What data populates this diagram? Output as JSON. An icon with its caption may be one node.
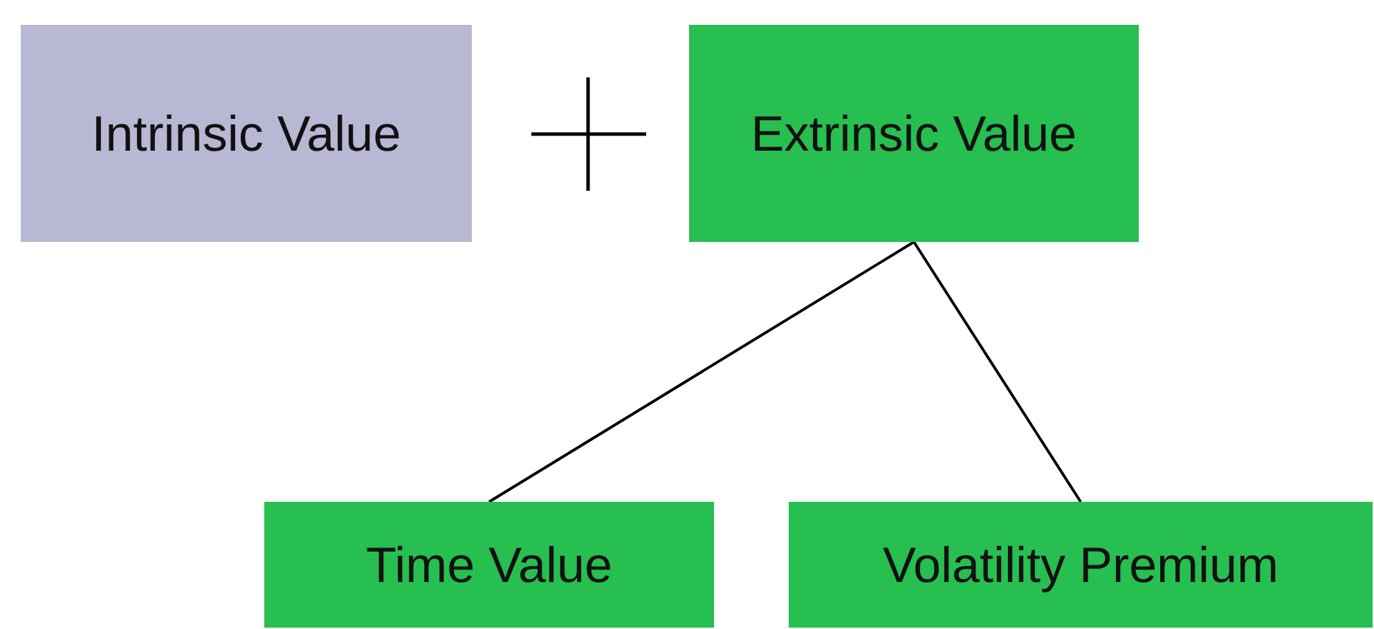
{
  "diagram": {
    "nodes": [
      {
        "text": [
          "Intrinsic Value"
        ]
      },
      {
        "text": [
          "Extrinsic Value"
        ]
      },
      {
        "text": [
          "Time Value"
        ]
      },
      {
        "text": [
          "Volatility Premium"
        ]
      }
    ],
    "edges": [
      {
        "from": 1,
        "to": 2,
        "arrow": "none"
      },
      {
        "from": 1,
        "to": 3,
        "arrow": "none"
      }
    ]
  }
}
